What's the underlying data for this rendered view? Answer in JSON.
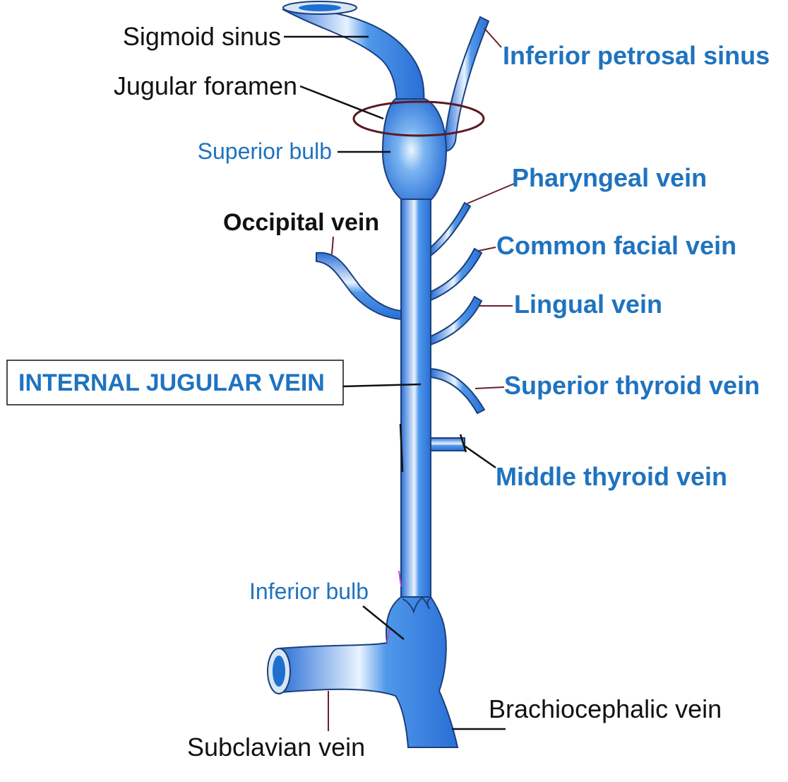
{
  "labels": {
    "sigmoid_sinus": "Sigmoid sinus",
    "jugular_foramen": "Jugular foramen",
    "superior_bulb": "Superior bulb",
    "occipital_vein": "Occipital vein",
    "internal_jugular_vein": "INTERNAL JUGULAR VEIN",
    "inferior_bulb": "Inferior bulb",
    "subclavian_vein": "Subclavian vein",
    "brachiocephalic_vein": "Brachiocephalic vein",
    "inferior_petrosal_sinus": "Inferior petrosal sinus",
    "pharyngeal_vein": "Pharyngeal vein",
    "common_facial_vein": "Common facial vein",
    "lingual_vein": "Lingual vein",
    "superior_thyroid_vein": "Superior thyroid vein",
    "middle_thyroid_vein": "Middle thyroid vein"
  },
  "colors": {
    "vein_blue": "#2f7fe0",
    "vein_highlight": "#e8f2ff",
    "label_blue": "#1f73bf",
    "label_black": "#111111",
    "leader_maroon": "#6b1f2b",
    "foramen_ring": "#5a1a22"
  }
}
